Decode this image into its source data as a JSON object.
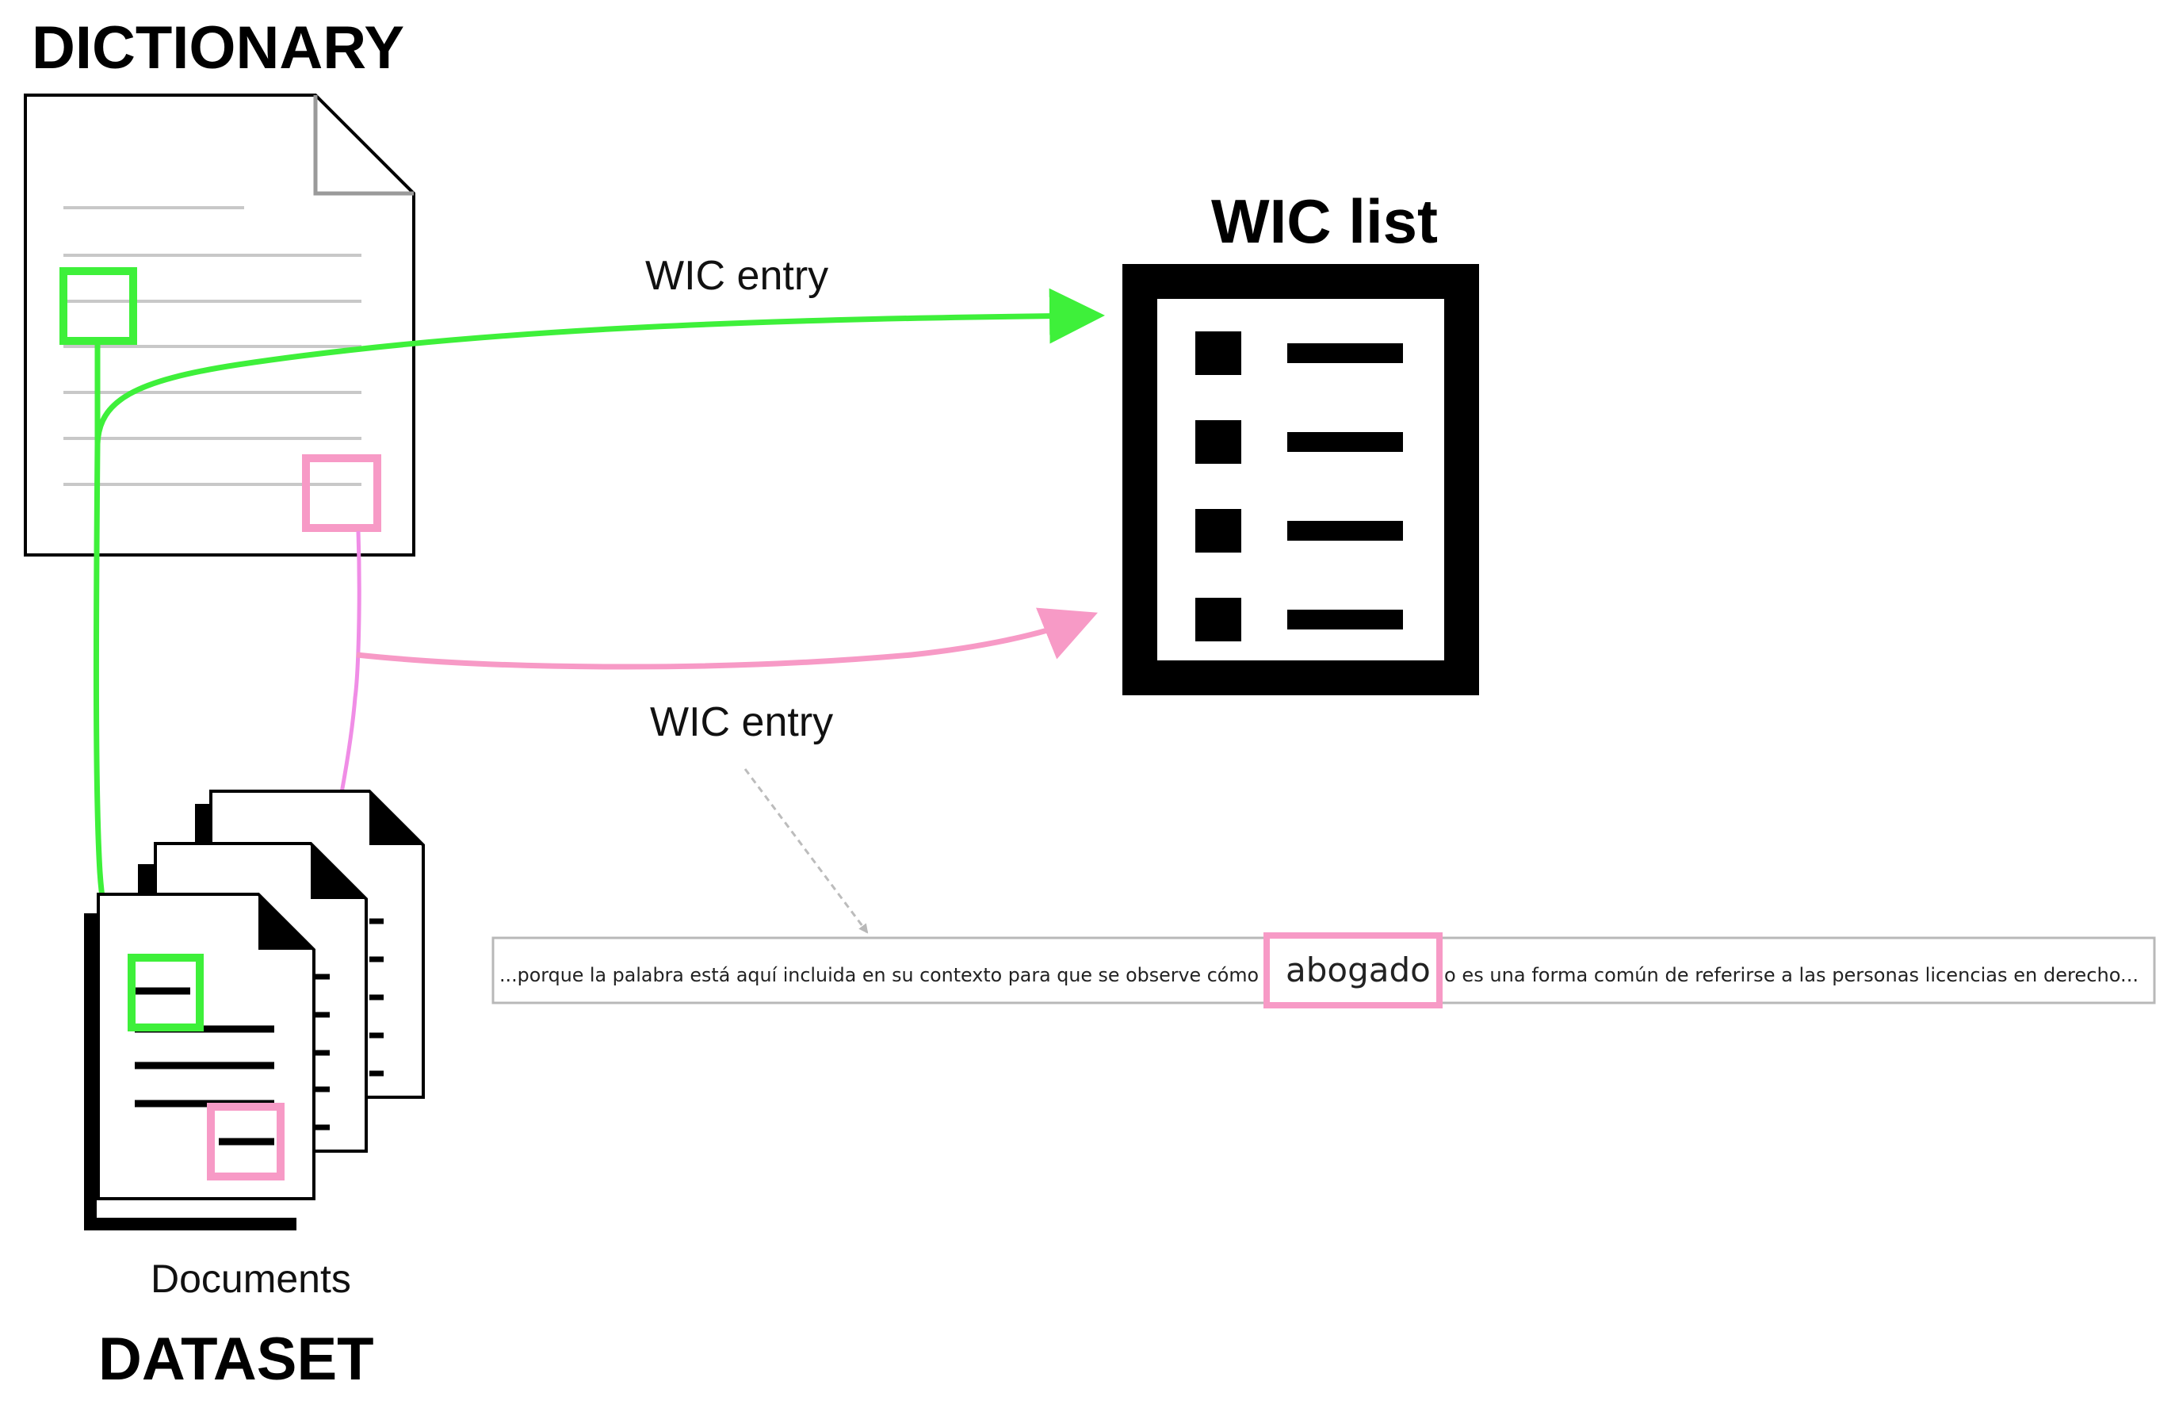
{
  "labels": {
    "dictionary": "DICTIONARY",
    "wic_list": "WIC list",
    "wic_entry_1": "WIC entry",
    "wic_entry_2": "WIC entry",
    "documents": "Documents",
    "dataset": "DATASET"
  },
  "context_strip": {
    "left_text": "...porque la palabra está aquí incluida en su contexto para que se observe cómo",
    "target_word": "abogado",
    "right_text": "o es una forma común de referirse a las personas  licencias en derecho..."
  },
  "colors": {
    "green": "#3ef03a",
    "pink": "#f79ac6",
    "pink_line": "#f08de6",
    "gray": "#c8c8c8",
    "black": "#000000"
  }
}
